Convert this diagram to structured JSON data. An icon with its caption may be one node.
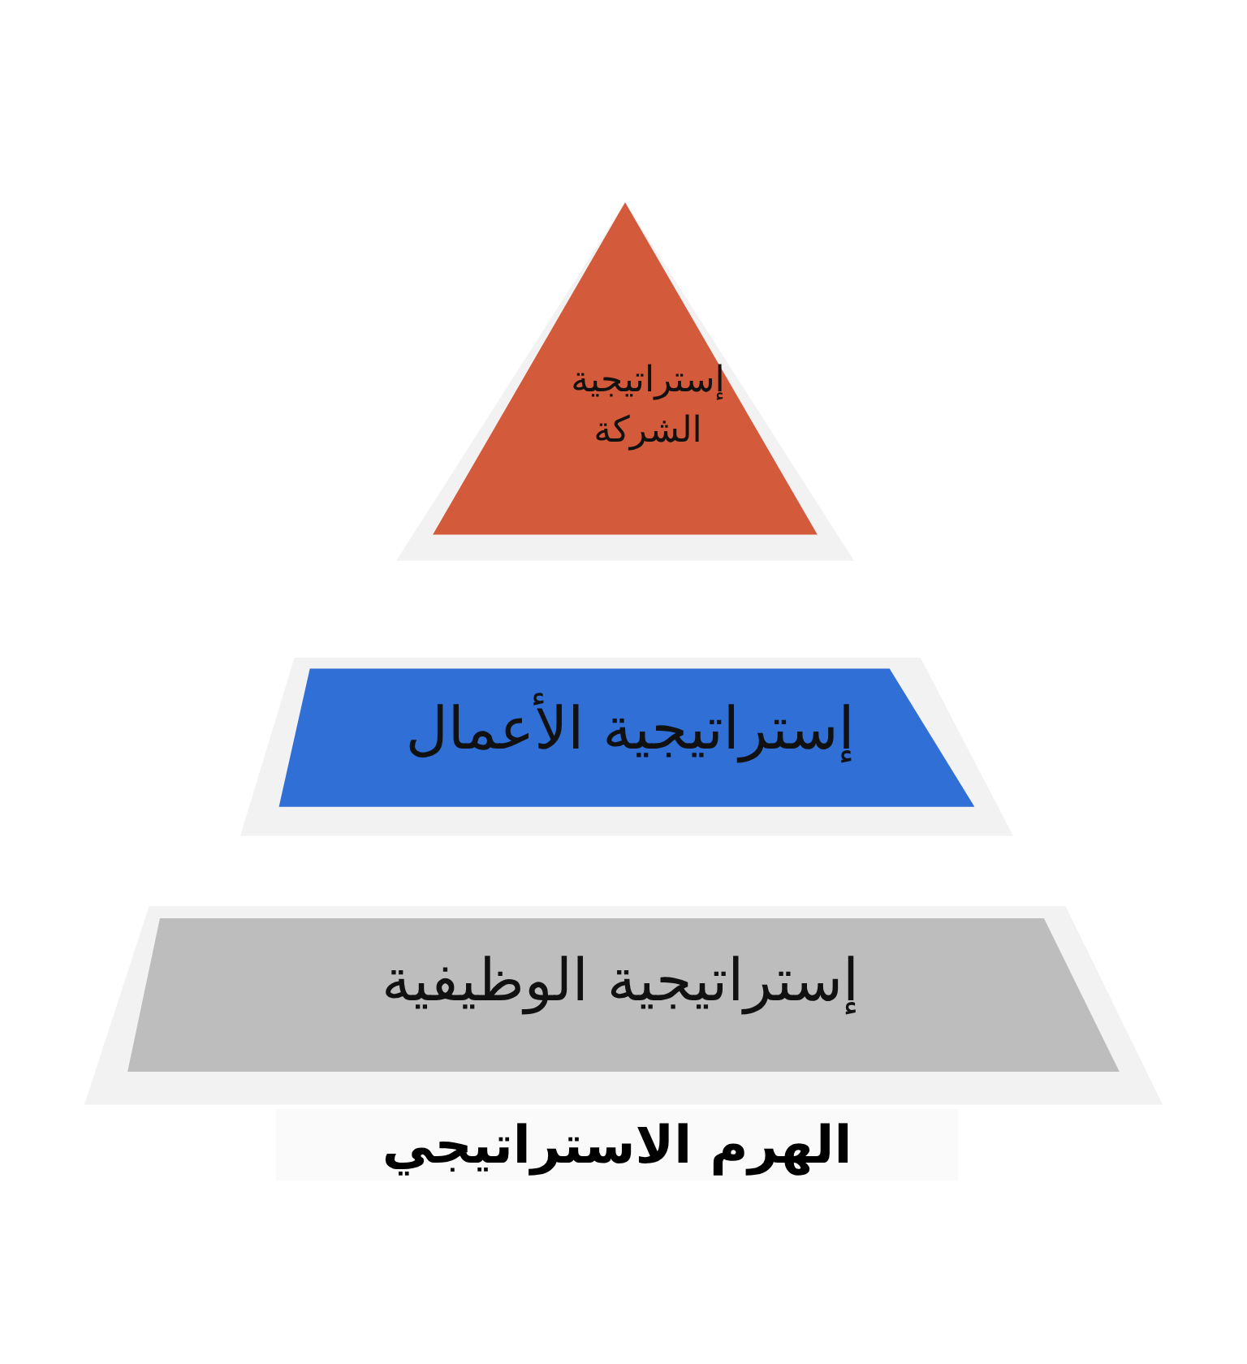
{
  "diagram": {
    "title": "الهرم الاستراتيجي",
    "nodes": [
      {
        "text": [
          "إستراتيجية الشركة"
        ]
      },
      {
        "text": [
          "إستراتيجية الأعمال"
        ]
      },
      {
        "text": [
          "إستراتيجية الوظيفية"
        ]
      }
    ],
    "edges": []
  }
}
